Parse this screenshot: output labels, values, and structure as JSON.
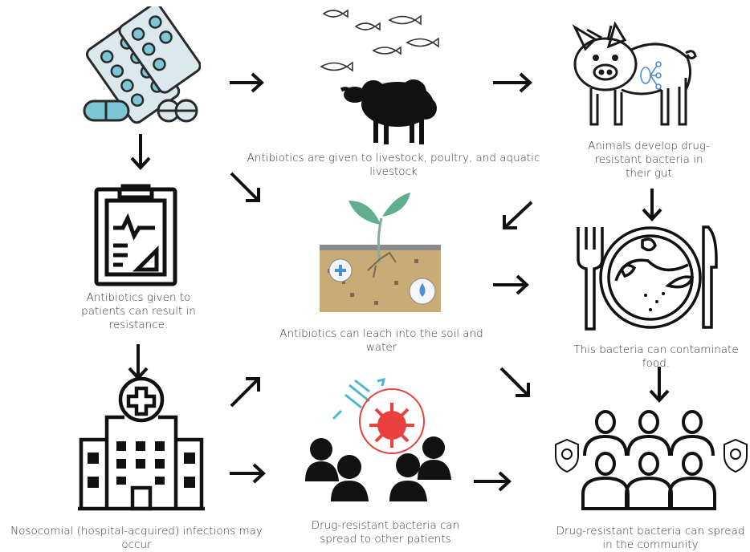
{
  "captions": {
    "livestock": "Antibiotics are given to livestock, poultry, and aquatic livestock",
    "gut_bacteria": "Animals develop drug-resistant bacteria in their gut",
    "patients": "Antibiotics given to patients can result in resistance.",
    "soil_water": "Antibiotics can leach into the soil and water",
    "food": "This bacteria can contaminate  food.",
    "hospital": "Nosocomial (hospital-acquired) infections may occur",
    "spread_patients": "Drug-resistant bacteria can spread to other patients",
    "community": "Drug-resistant bacteria can spread in the community"
  },
  "colors": {
    "pill_blue": "#7cc6d6",
    "pill_light": "#dbe9ee",
    "soil": "#c8ab75",
    "leaf": "#5fb08a",
    "virus_red": "#e8413f",
    "line": "#1a1a1a"
  },
  "icons": [
    "pills-icon",
    "fish-icon",
    "sheep-icon",
    "pig-icon",
    "clipboard-icon",
    "soil-plant-icon",
    "plate-icon",
    "hospital-icon",
    "patients-virus-icon",
    "community-icon",
    "shield-icon"
  ]
}
